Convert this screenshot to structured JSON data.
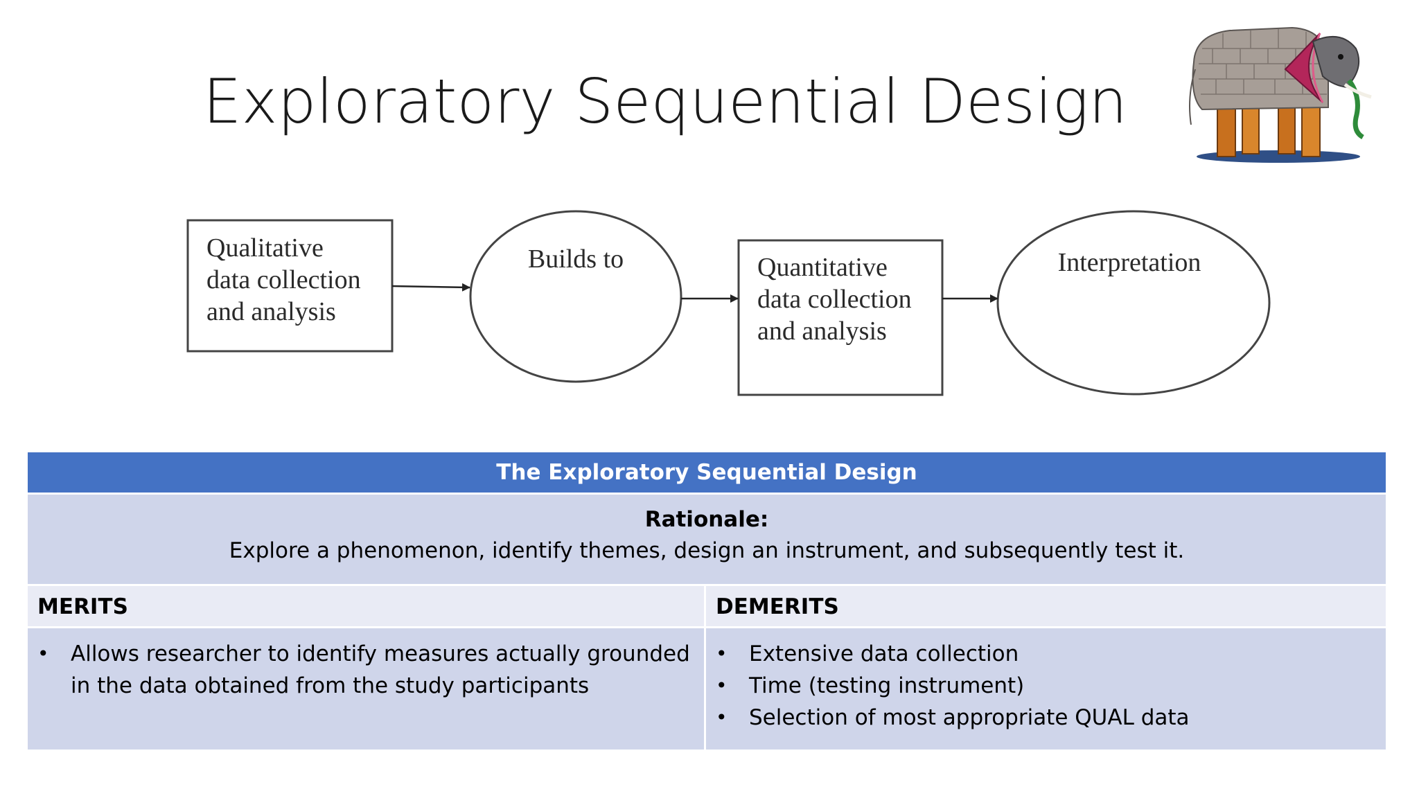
{
  "title": "Exploratory Sequential Design",
  "diagram": {
    "nodes": [
      {
        "shape": "box",
        "lines": [
          "Qualitative",
          "data collection",
          "and analysis"
        ]
      },
      {
        "shape": "ellipse",
        "lines": [
          "Builds to"
        ]
      },
      {
        "shape": "box",
        "lines": [
          "Quantitative",
          "data collection",
          "and analysis"
        ]
      },
      {
        "shape": "ellipse",
        "lines": [
          "Interpretation"
        ]
      }
    ],
    "edges": [
      {
        "from": 0,
        "to": 1
      },
      {
        "from": 1,
        "to": 2
      },
      {
        "from": 2,
        "to": 3
      }
    ]
  },
  "logo": {
    "icon": "elephant-illustration-icon"
  },
  "table": {
    "header": "The Exploratory Sequential Design",
    "rationale_label": "Rationale:",
    "rationale_text": "Explore a phenomenon, identify themes, design an instrument, and subsequently test it.",
    "merits_label": "MERITS",
    "demerits_label": "DEMERITS",
    "merits": [
      "Allows researcher to identify measures actually grounded in the data obtained from the study participants"
    ],
    "demerits": [
      "Extensive data collection",
      "Time (testing instrument)",
      "Selection of most appropriate QUAL data"
    ]
  },
  "colors": {
    "header_bg": "#4472c4",
    "band_dark": "#cfd5ea",
    "band_light": "#e9ebf5"
  }
}
